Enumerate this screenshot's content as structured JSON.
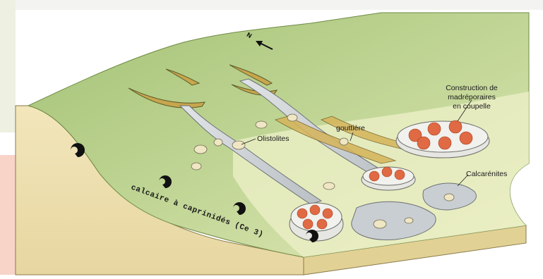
{
  "labels": {
    "olistolites": "Olistolites",
    "gouttiere": "gouttière",
    "construction_line1": "Construction de",
    "construction_line2": "madréporaires",
    "construction_line3": "en coupelle",
    "calcarenites": "Calcarénites",
    "formation": "calcaire à caprinidés (Ce 3)"
  },
  "north_arrow_letter": "N",
  "colors": {
    "slope_green": "#b9d08c",
    "slope_dark": "#a7c27a",
    "sand_face": "#ecdca3",
    "channel_fill": "#cfd3d6",
    "coral": "#e06a43"
  }
}
